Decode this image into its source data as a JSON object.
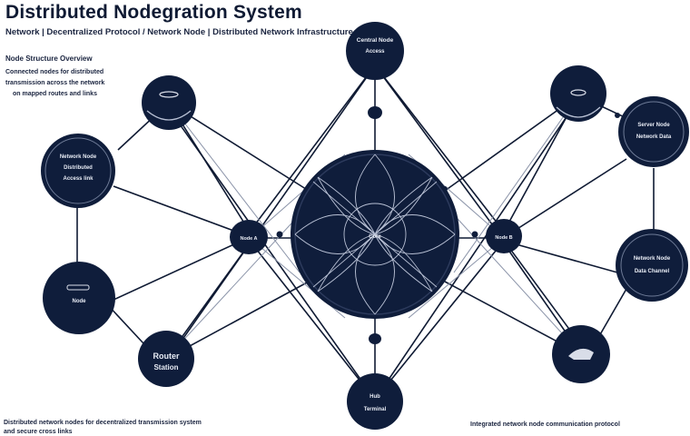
{
  "header": {
    "title": "Distributed Nodegration System",
    "subtitle": "Network | Decentralized Protocol / Network Node | Distributed Network Infrastructure"
  },
  "legend": {
    "heading": "Node Structure Overview",
    "lines": [
      "Connected nodes for distributed",
      "transmission across the network",
      "on mapped routes and links"
    ]
  },
  "nodes": {
    "top": [
      "Central Node",
      "Access"
    ],
    "upper_left": [],
    "left": [
      "Network Node",
      "Distributed",
      "Access link"
    ],
    "lower_left": [
      "Node"
    ],
    "bottom_left": [
      "Router",
      "Station"
    ],
    "upper_right": [],
    "right_top": [
      "Server Node",
      "Network Data"
    ],
    "right_mid": [
      "Network Node",
      "Data Channel"
    ],
    "bottom_right": [],
    "bottom": [
      "Hub",
      "Terminal"
    ],
    "center_hub": "Core",
    "left_hub": "Node A",
    "right_hub": "Node B"
  },
  "footer": {
    "left_note": "Distributed network nodes for decentralized transmission system",
    "left_note_2": "and secure cross links",
    "right_note": "Integrated network node communication protocol"
  },
  "colors": {
    "node_fill": "#0f1d3b",
    "node_ring": "#6d7a96",
    "edge": "#0f1a33",
    "text_light": "#e8ecf5"
  }
}
